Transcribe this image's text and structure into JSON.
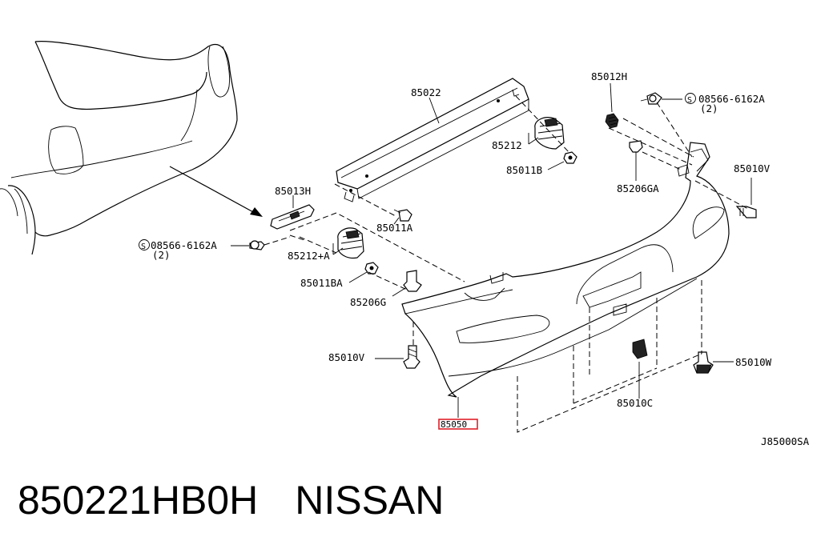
{
  "diagram": {
    "labels": {
      "reinforcement": "85022",
      "stay_left": "85013H",
      "stay_right": "85012H",
      "screw_left": "08566-6162A",
      "screw_left_qty": "(2)",
      "screw_right": "08566-6162A",
      "screw_right_qty": "(2)",
      "absorber_right": "85212",
      "absorber_left": "85212+A",
      "nut_right": "85011B",
      "nut_left": "85011BA",
      "bolt_upper": "85011A",
      "clip_left": "85206G",
      "clip_right": "85206GA",
      "bolt_v_left": "85010V",
      "bolt_v_right": "85010V",
      "bolt_w": "85010W",
      "clip_c": "85010C",
      "bumper_fascia": "85050",
      "diagram_code": "J85000SA",
      "s_symbol": "S"
    },
    "highlight_color": "#e0202a"
  },
  "caption": {
    "part_number": "850221HB0H",
    "brand": "NISSAN"
  }
}
